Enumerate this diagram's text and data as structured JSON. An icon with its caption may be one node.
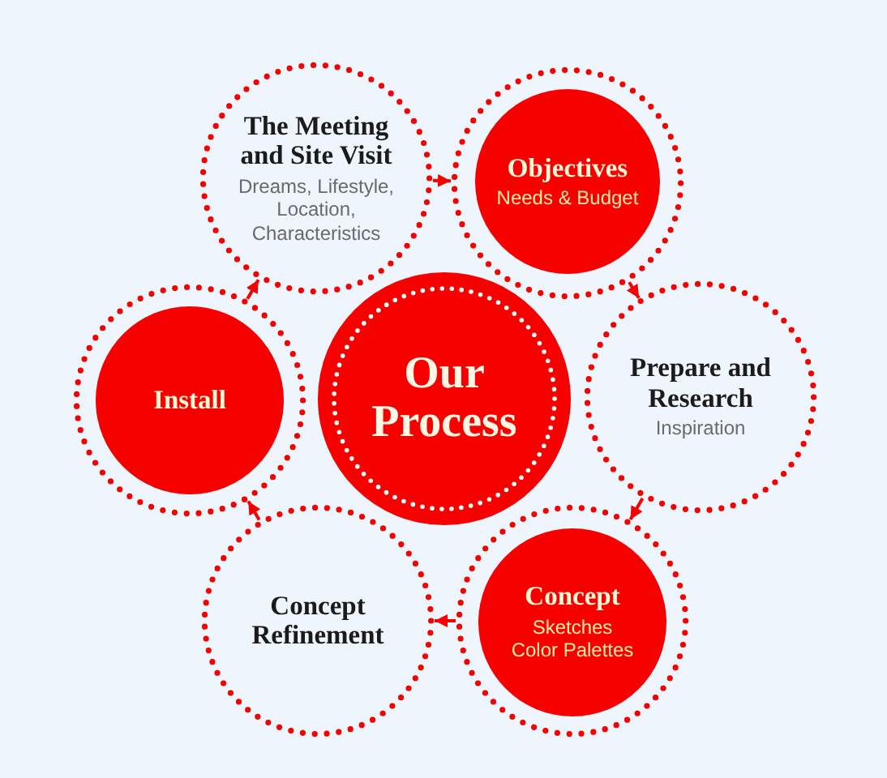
{
  "diagram": {
    "nodes": [
      {
        "text": [
          "The Meeting and Site Visit",
          "Dreams, Lifestyle, Location, Characteristics"
        ]
      },
      {
        "text": [],
        "shape": "circle"
      },
      {
        "text": [
          "Objectives",
          "Needs & Budget"
        ],
        "in": 1
      },
      {
        "text": [],
        "shape": "circle"
      },
      {
        "text": [
          "Install"
        ],
        "in": 3
      },
      {
        "text": [
          "Our Process"
        ]
      },
      {
        "text": [
          "Prepare and Research",
          "Inspiration"
        ]
      },
      {
        "text": [
          "Concept Refinement"
        ]
      },
      {
        "text": [],
        "shape": "circle"
      },
      {
        "text": [
          "Concept",
          "Sketches Color Palettes"
        ],
        "in": 8
      }
    ],
    "edges": [
      {
        "from": 0,
        "to": 1,
        "arrow": "to"
      },
      {
        "from": 1,
        "to": 6,
        "arrow": "to"
      },
      {
        "from": 6,
        "to": 8,
        "arrow": "to"
      },
      {
        "from": 8,
        "to": 7,
        "arrow": "to"
      },
      {
        "from": 7,
        "to": 3,
        "arrow": "to"
      },
      {
        "from": 3,
        "to": 0,
        "arrow": "to"
      }
    ]
  }
}
